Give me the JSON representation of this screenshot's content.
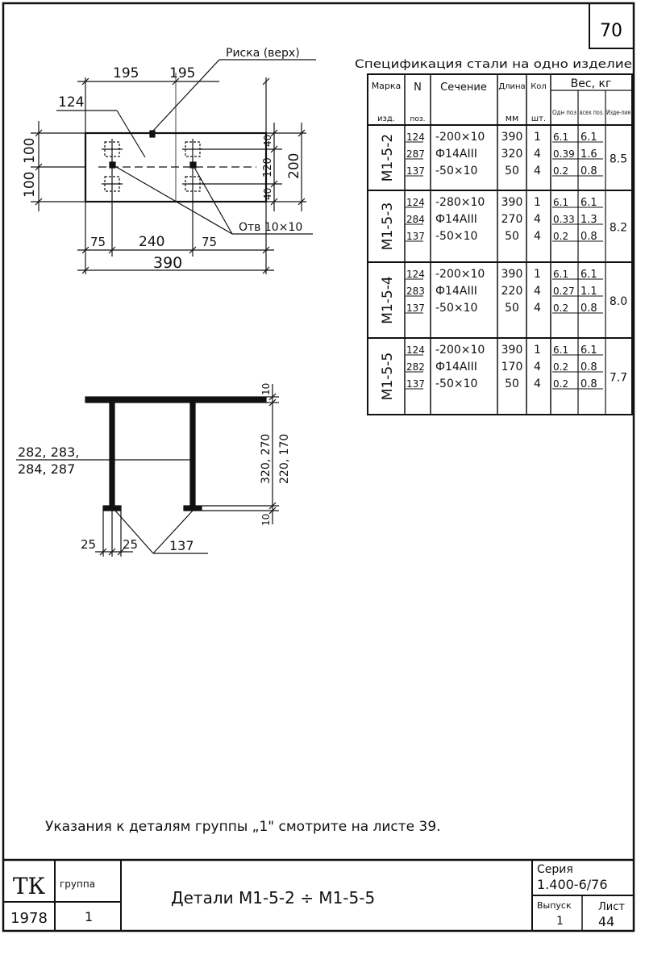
{
  "sheet": {
    "corner_number": "70",
    "note": "Указания к деталям группы „1\" смотрите на листе 39."
  },
  "plan_view": {
    "mark_label": "Риска (верх)",
    "hole_label": "Отв 10×10",
    "plate_ref": "124",
    "dims": {
      "top_left": "195",
      "top_right": "195",
      "left_top": "100",
      "left_bottom": "100",
      "right_a": "40",
      "right_b": "120",
      "right_c": "40",
      "right_total": "200",
      "bottom_a": "75",
      "bottom_b": "240",
      "bottom_c": "75",
      "bottom_total": "390"
    }
  },
  "side_view": {
    "rod_refs_line1": "282, 283,",
    "rod_refs_line2": "284, 287",
    "dim_top": "10",
    "dim_height_line1": "320, 270",
    "dim_height_line2": "220, 170",
    "dim_bottom": "10",
    "dim_w1": "25",
    "dim_w2": "25",
    "base_ref": "137"
  },
  "spec": {
    "title": "Спецификация стали на одно изделие",
    "headers": {
      "mark": "Марка",
      "mark_sub": "изд.",
      "pos": "N",
      "pos_sub": "поз.",
      "section": "Сечение",
      "length": "Длина",
      "length_unit": "мм",
      "qty": "Кол",
      "qty_unit": "шт.",
      "weight": "Вес, кг",
      "w_one": "Одн поз",
      "w_all": "всех поз.",
      "w_item": "Изде-лия"
    },
    "groups": [
      {
        "mark": "М1-5-2",
        "total": "8.5",
        "rows": [
          {
            "pos": "124",
            "section": "-200×10",
            "length": "390",
            "qty": "1",
            "w_one": "6.1",
            "w_all": "6.1"
          },
          {
            "pos": "287",
            "section": "Ф14АIII",
            "length": "320",
            "qty": "4",
            "w_one": "0.39",
            "w_all": "1.6"
          },
          {
            "pos": "137",
            "section": "-50×10",
            "length": "50",
            "qty": "4",
            "w_one": "0.2",
            "w_all": "0.8"
          }
        ]
      },
      {
        "mark": "М1-5-3",
        "total": "8.2",
        "rows": [
          {
            "pos": "124",
            "section": "-280×10",
            "length": "390",
            "qty": "1",
            "w_one": "6.1",
            "w_all": "6.1"
          },
          {
            "pos": "284",
            "section": "Ф14АIII",
            "length": "270",
            "qty": "4",
            "w_one": "0.33",
            "w_all": "1.3"
          },
          {
            "pos": "137",
            "section": "-50×10",
            "length": "50",
            "qty": "4",
            "w_one": "0.2",
            "w_all": "0.8"
          }
        ]
      },
      {
        "mark": "М1-5-4",
        "total": "8.0",
        "rows": [
          {
            "pos": "124",
            "section": "-200×10",
            "length": "390",
            "qty": "1",
            "w_one": "6.1",
            "w_all": "6.1"
          },
          {
            "pos": "283",
            "section": "Ф14АIII",
            "length": "220",
            "qty": "4",
            "w_one": "0.27",
            "w_all": "1.1"
          },
          {
            "pos": "137",
            "section": "-50×10",
            "length": "50",
            "qty": "4",
            "w_one": "0.2",
            "w_all": "0.8"
          }
        ]
      },
      {
        "mark": "М1-5-5",
        "total": "7.7",
        "rows": [
          {
            "pos": "124",
            "section": "-200×10",
            "length": "390",
            "qty": "1",
            "w_one": "6.1",
            "w_all": "6.1"
          },
          {
            "pos": "282",
            "section": "Ф14АIII",
            "length": "170",
            "qty": "4",
            "w_one": "0.2",
            "w_all": "0.8"
          },
          {
            "pos": "137",
            "section": "-50×10",
            "length": "50",
            "qty": "4",
            "w_one": "0.2",
            "w_all": "0.8"
          }
        ]
      }
    ]
  },
  "title_block": {
    "org": "ТК",
    "group_label": "группа",
    "group_value": "1",
    "year": "1978",
    "title": "Детали М1-5-2 ÷ М1-5-5",
    "series_label": "Серия",
    "series_value": "1.400-6/76",
    "issue_label": "Выпуск",
    "issue_value": "1",
    "sheet_label": "Лист",
    "sheet_value": "44"
  }
}
